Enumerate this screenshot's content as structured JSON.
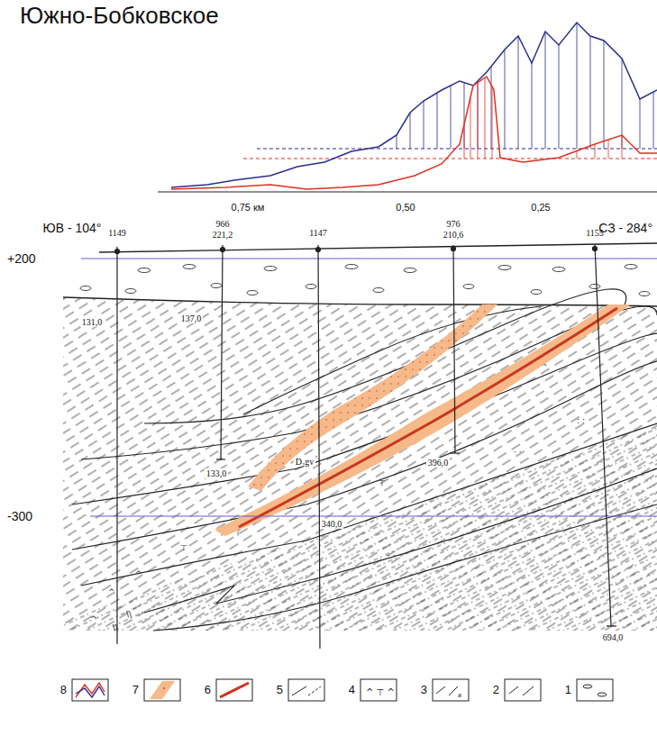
{
  "diagram": {
    "title": "Южно-Бобковское",
    "labels": [
      "0,75 км",
      "0,50",
      "0,25",
      "ЮВ - 104°",
      "1149",
      "966",
      "221,2",
      "1147",
      "976",
      "210,6",
      "1155",
      "СЗ - 284°",
      "+200",
      "-300",
      "131,0",
      "137,0",
      "D₂gv",
      "133,0",
      "396,0",
      "340,0",
      "694,0"
    ],
    "legend": [
      {
        "text": "1"
      },
      {
        "text": "2"
      },
      {
        "text": "3"
      },
      {
        "text": "4"
      },
      {
        "text": "5"
      },
      {
        "text": "6"
      },
      {
        "text": "7"
      },
      {
        "text": "8"
      }
    ]
  }
}
